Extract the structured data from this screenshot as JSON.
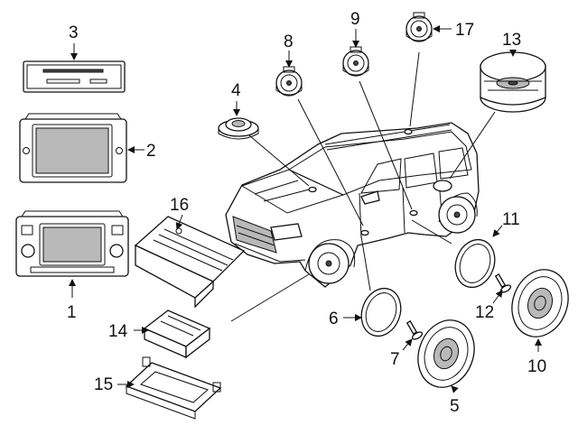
{
  "diagram": {
    "callouts": [
      "1",
      "2",
      "3",
      "4",
      "5",
      "6",
      "7",
      "8",
      "9",
      "10",
      "11",
      "12",
      "13",
      "14",
      "15",
      "16",
      "17"
    ]
  },
  "icons": {
    "vehicle": "suv-illustration",
    "parts": [
      "radio-receiver",
      "display-unit",
      "cd-player",
      "tweeter",
      "door-speaker",
      "speaker-gasket",
      "screw",
      "amplifier",
      "subwoofer",
      "bracket"
    ]
  }
}
